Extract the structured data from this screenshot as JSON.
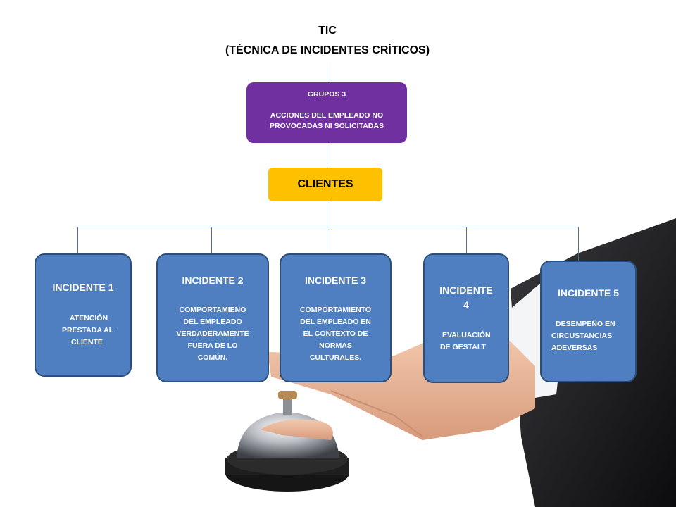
{
  "header": {
    "line1": "TIC",
    "line2": "(TÉCNICA DE INCIDENTES CRÍTICOS)"
  },
  "group": {
    "title": "GRUPOS 3",
    "desc_line1": "ACCIONES DEL EMPLEADO NO",
    "desc_line2": "PROVOCADAS NI SOLICITADAS"
  },
  "clients": {
    "label": "CLIENTES"
  },
  "incidents": [
    {
      "title": [
        "INCIDENTE 1"
      ],
      "desc": [
        "ATENCIÓN",
        "PRESTADA AL",
        "CLIENTE"
      ]
    },
    {
      "title": [
        "INCIDENTE 2"
      ],
      "desc": [
        "COMPORTAMIENO",
        "DEL EMPLEADO",
        "VERDADERAMENTE",
        "FUERA DE LO",
        "COMÚN."
      ]
    },
    {
      "title": [
        "INCIDENTE 3"
      ],
      "desc": [
        "COMPORTAMIENTO",
        "DEL EMPLEADO EN",
        "EL CONTEXTO DE",
        "NORMAS",
        "CULTURALES."
      ]
    },
    {
      "title": [
        "INCIDENTE",
        "4"
      ],
      "desc": [
        "EVALUACIÓN",
        "DE GESTALT"
      ]
    },
    {
      "title": [
        "INCIDENTE 5"
      ],
      "desc": [
        "DESEMPEÑO EN",
        "CIRCUSTANCIAS",
        "ADEVERSAS"
      ]
    }
  ],
  "colors": {
    "group_box": "#7030a0",
    "clients_box": "#ffc000",
    "incident_box": "#4f7fc1",
    "incident_border": "#2d4e78",
    "connector": "#5a6f86"
  },
  "illustration": "hand-with-service-bell"
}
